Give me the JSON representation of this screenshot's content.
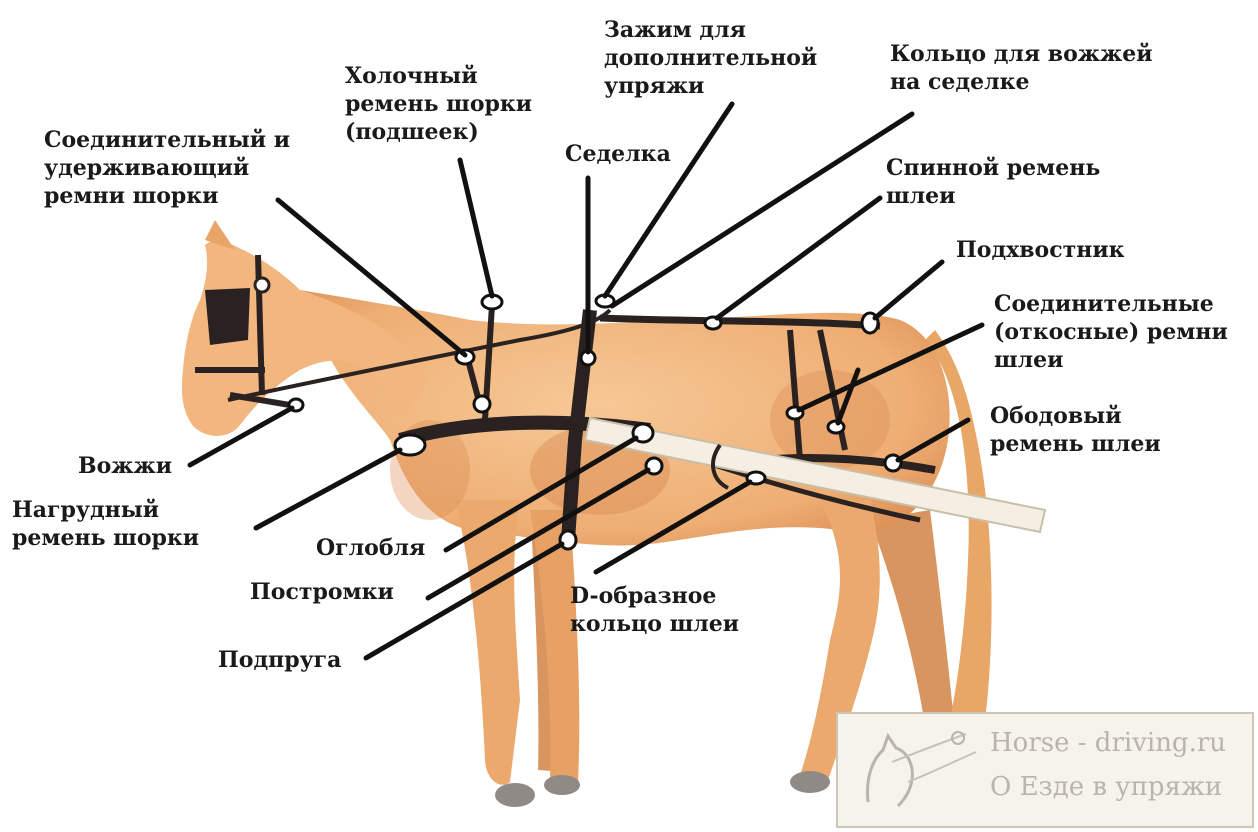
{
  "labels": {
    "connecting_retaining": [
      "Соединительный и",
      "удерживающий",
      "ремни шорки"
    ],
    "collar_strap": [
      "Холочный",
      "ремень шорки",
      "(подшеек)"
    ],
    "clamp": [
      "Зажим для",
      "дополнительной",
      "упряжи"
    ],
    "saddle": [
      "Седелка"
    ],
    "rein_ring": [
      "Кольцо для вожжей",
      "на седелке"
    ],
    "back_strap": [
      "Спинной ремень",
      "шлеи"
    ],
    "crupper": [
      "Подхвостник"
    ],
    "hip_straps": [
      "Соединительные",
      "(откосные) ремни",
      "шлеи"
    ],
    "breeching": [
      "Ободовый",
      "ремень шлеи"
    ],
    "reins": [
      "Вожжи"
    ],
    "breast_collar": [
      "Нагрудный",
      "ремень шорки"
    ],
    "shaft": [
      "Оглобля"
    ],
    "traces": [
      "Постромки"
    ],
    "girth": [
      "Подпруга"
    ],
    "d_ring": [
      "D-образное",
      "кольцо шлеи"
    ]
  },
  "watermark": {
    "line1": "Horse - driving.ru",
    "line2": "О Езде в упряжи"
  },
  "colors": {
    "horse_body": "#f0b27a",
    "horse_shadow": "#d98a50",
    "harness": "#2a2220",
    "shaft": "#f4efe2",
    "pointer": "#111111",
    "hoof": "#8f8a86"
  }
}
